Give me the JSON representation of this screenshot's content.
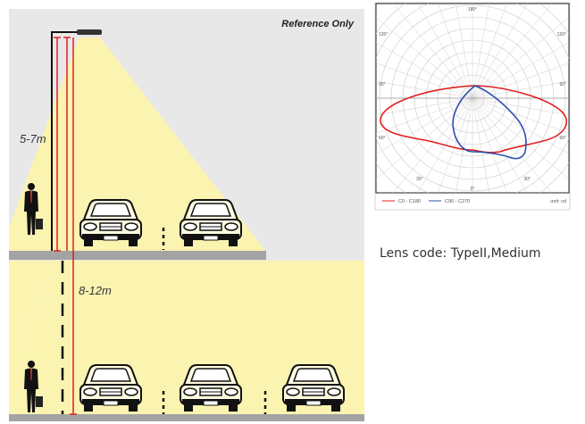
{
  "diagram": {
    "reference_label": "Reference Only",
    "upper_height_label": "5-7m",
    "lower_height_label": "8-12m"
  },
  "polar": {
    "angle_labels": [
      "180°",
      "120°",
      "120°",
      "90°",
      "90°",
      "60°",
      "60°",
      "30°",
      "30°",
      "0°"
    ],
    "legend": {
      "series_1": "C0 - C180",
      "series_2": "C90 - C270",
      "unit": "unit: cd"
    },
    "colors": {
      "series_1": "#e02020",
      "series_2": "#2a4fb0"
    }
  },
  "lens": {
    "label": "Lens code:  TypeII,Medium"
  },
  "colors": {
    "background_panel": "#e8e8e8",
    "light_beam": "#fbf3b0",
    "floor": "#a3a3a3",
    "pole_marker": "#e02020"
  }
}
